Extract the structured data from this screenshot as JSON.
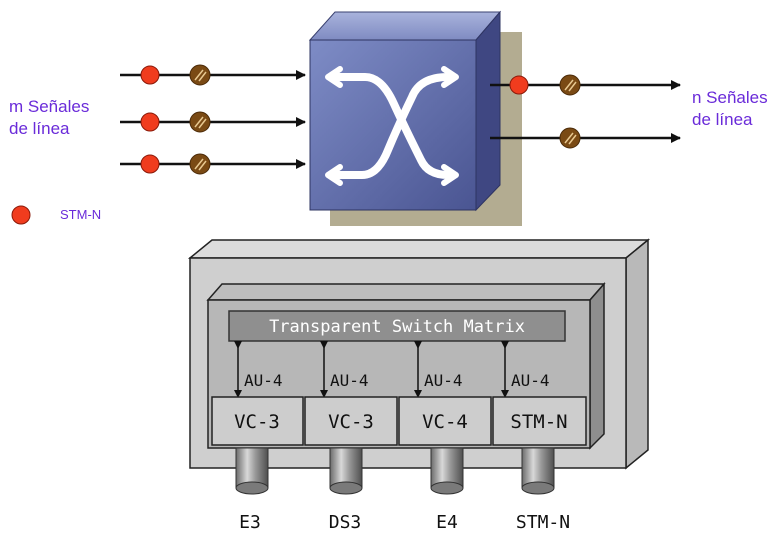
{
  "top": {
    "left_label": [
      "m Señales",
      "de línea"
    ],
    "right_label": [
      "n Señales",
      "de línea"
    ],
    "legend_label": "STM-N"
  },
  "bottom": {
    "matrix_label": "Transparent Switch Matrix",
    "au_labels": [
      "AU-4",
      "AU-4",
      "AU-4",
      "AU-4"
    ],
    "modules": [
      "VC-3",
      "VC-3",
      "VC-4",
      "STM-N"
    ],
    "ports": [
      "E3",
      "DS3",
      "E4",
      "STM-N"
    ]
  },
  "colors": {
    "cube_face": "#5c69a8",
    "cube_shadow": "#b0a98e",
    "stm_dot": "#f03c1e",
    "filter": "#7a4a14",
    "label_text": "#6a2bd9"
  },
  "icons": [
    "crossconnect-arrows-icon",
    "stm-n-dot-icon",
    "filter-icon",
    "port-cylinder-icon"
  ]
}
